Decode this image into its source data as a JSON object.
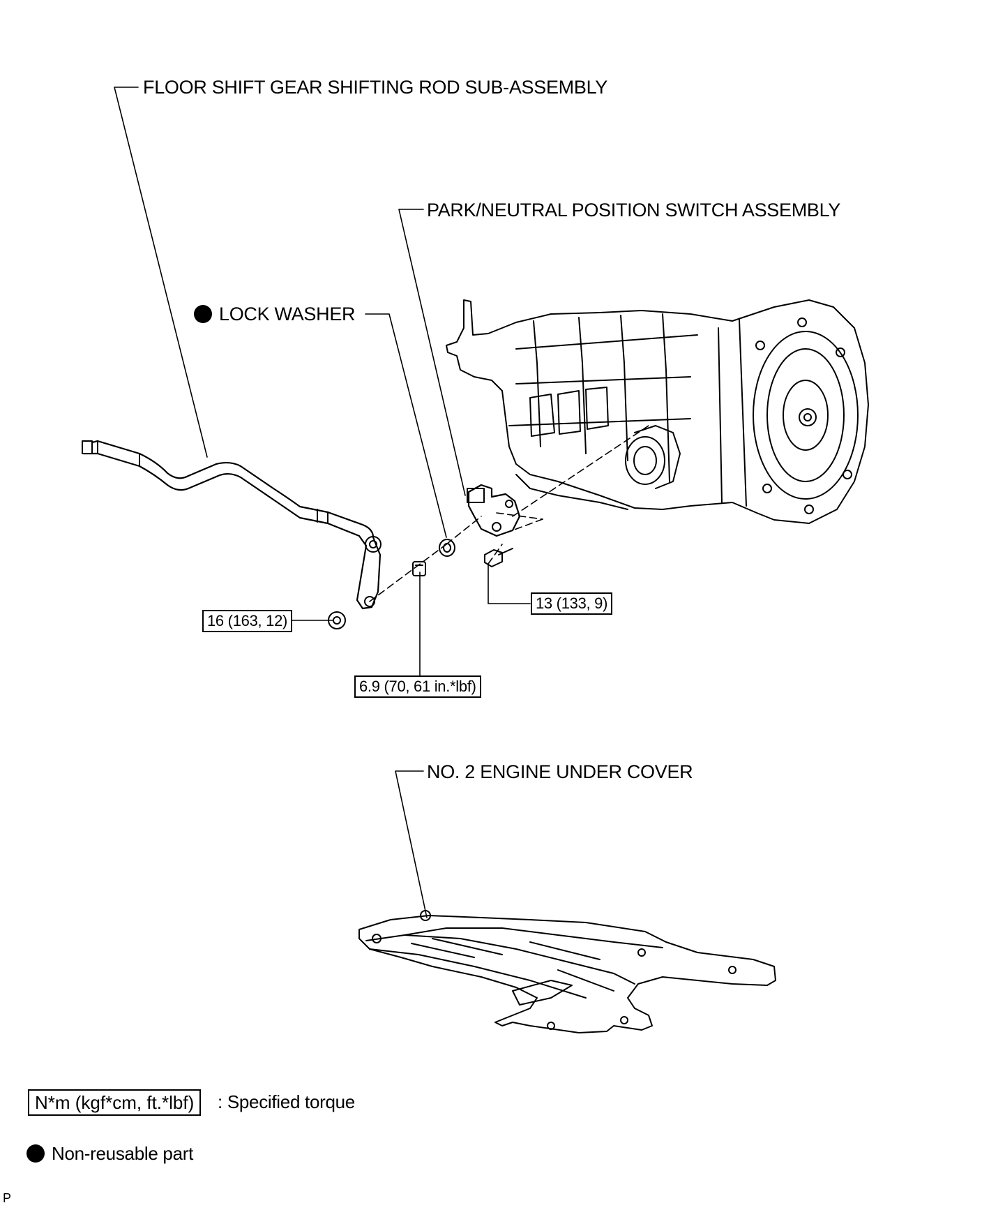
{
  "labels": {
    "rod": "FLOOR SHIFT GEAR SHIFTING ROD SUB-ASSEMBLY",
    "switch": "PARK/NEUTRAL POSITION SWITCH ASSEMBLY",
    "lock_washer": "LOCK WASHER",
    "under_cover": "NO. 2 ENGINE UNDER COVER"
  },
  "torques": {
    "nut_rod": "16 (163, 12)",
    "nut_shaft": "6.9 (70, 61 in.*lbf)",
    "bolt_switch": "13 (133, 9)"
  },
  "legend": {
    "torque_box": "N*m (kgf*cm, ft.*lbf)",
    "torque_text": ": Specified torque",
    "nonreusable_text": "Non-reusable part"
  },
  "footer": {
    "code": "P"
  }
}
